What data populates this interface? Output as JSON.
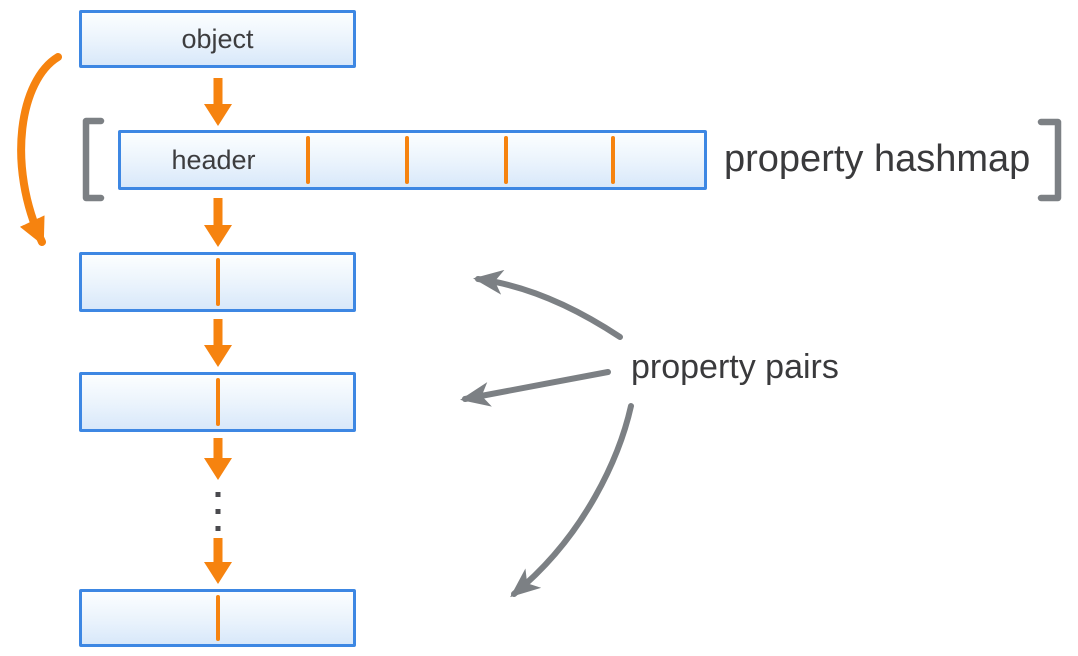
{
  "labels": {
    "object": "object",
    "header": "header",
    "hashmap": "property hashmap",
    "pairs": "property pairs"
  },
  "structure": {
    "header_slot_count": 4,
    "property_pair_count": 3,
    "ellipsis_dot_count": 3
  },
  "icons": {
    "down_arrow": "orange-down-arrow",
    "curved_jump_arrow": "orange-curved-arrow",
    "pointer_arrows": "gray-curved-pointer-arrows",
    "brackets": "gray-square-brackets"
  },
  "colors": {
    "orange": "#F6830F",
    "blue_border": "#3D87E3",
    "box_fill_top": "#FCFEFF",
    "box_fill_mid": "#EAF3FC",
    "box_fill_bottom": "#D8E8FA",
    "gray": "#7C8084",
    "dark_text": "#3A3A3C",
    "box_text": "#3D3D3F",
    "dot": "#4A4A4E"
  }
}
